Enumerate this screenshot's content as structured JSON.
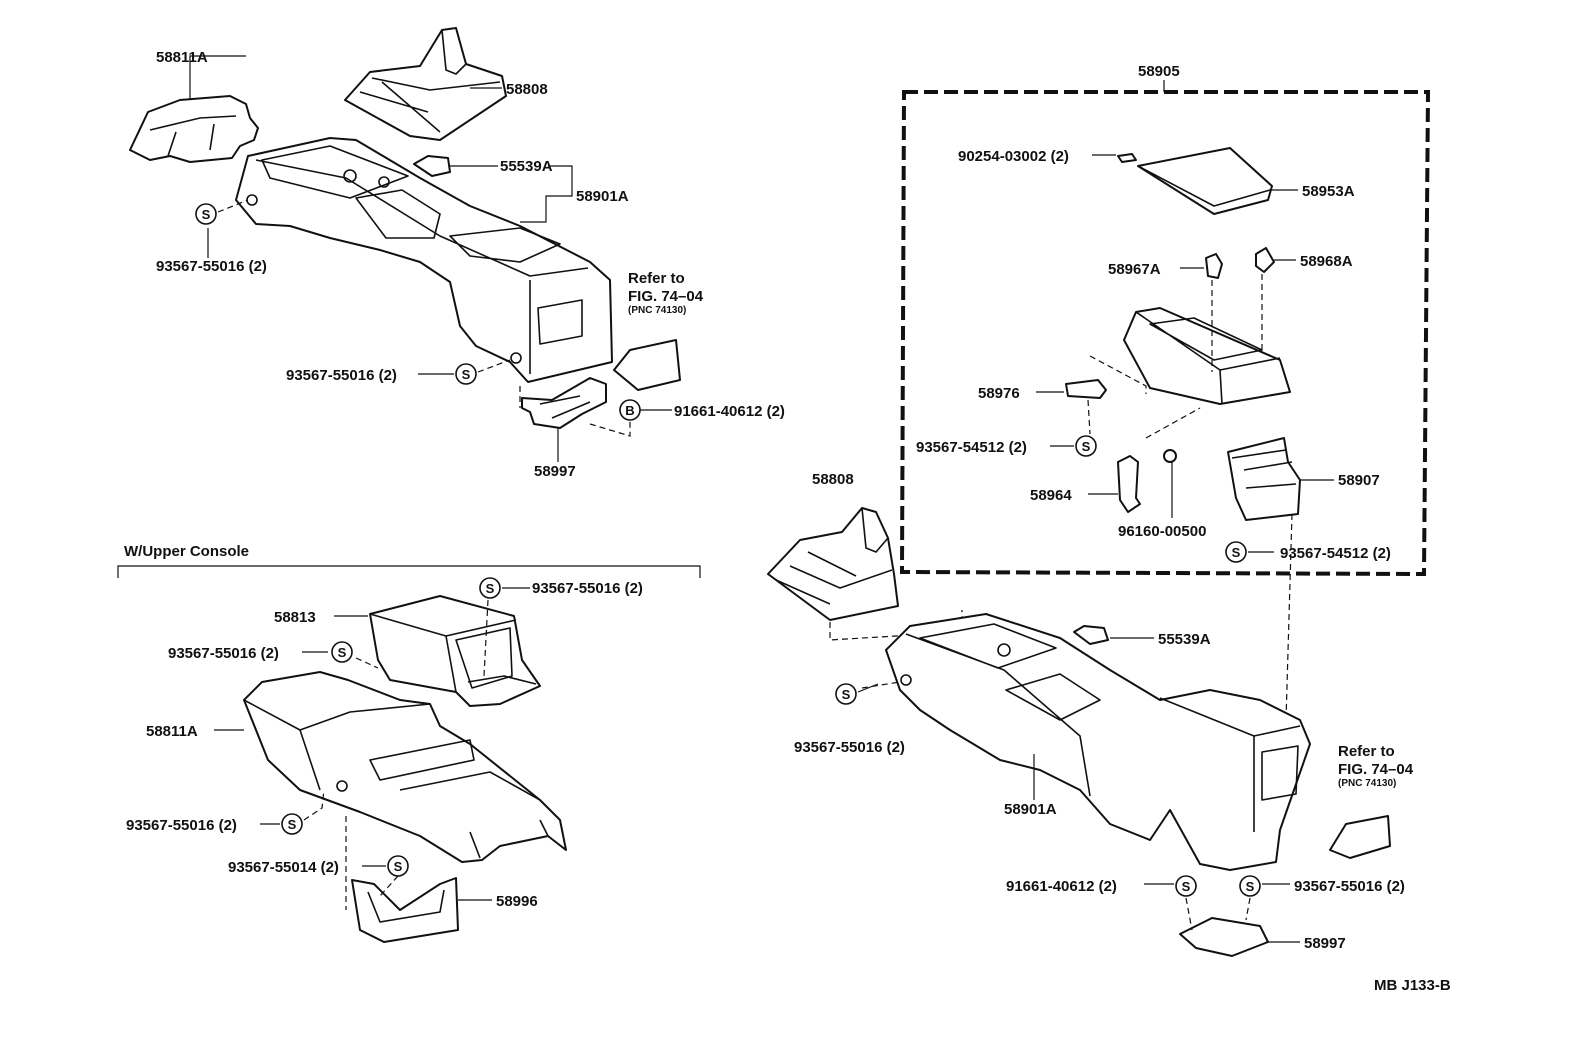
{
  "colors": {
    "ink": "#111111",
    "paper": "#ffffff"
  },
  "fastener_symbols": {
    "screw": "S",
    "bolt": "B"
  },
  "top_left": {
    "part_58811a": "58811A",
    "part_58808": "58808",
    "part_55539a": "55539A",
    "part_58901a": "58901A",
    "screw_a": "93567-55016 (2)",
    "screw_b": "93567-55016 (2)",
    "bolt": "91661-40612 (2)",
    "part_58997": "58997",
    "refer_line1": "Refer to",
    "refer_line2": "FIG. 74–04",
    "refer_line3": "(PNC 74130)"
  },
  "upper_console": {
    "title": "W/Upper Console",
    "screw_top": "93567-55016 (2)",
    "part_58813": "58813",
    "screw_mid": "93567-55016 (2)",
    "part_58811a": "58811A",
    "screw_low": "93567-55016 (2)",
    "screw_55014": "93567-55014 (2)",
    "part_58996": "58996"
  },
  "right_assembly": {
    "part_58905": "58905",
    "part_90254": "90254-03002 (2)",
    "part_58953a": "58953A",
    "part_58967a": "58967A",
    "part_58968a": "58968A",
    "part_58976": "58976",
    "screw_54512_a": "93567-54512 (2)",
    "part_58907": "58907",
    "part_58964": "58964",
    "part_96160": "96160-00500",
    "screw_54512_b": "93567-54512 (2)",
    "part_58808": "58808",
    "part_55539a": "55539A",
    "screw_55016": "93567-55016 (2)",
    "part_58901a": "58901A",
    "refer_line1": "Refer to",
    "refer_line2": "FIG. 74–04",
    "refer_line3": "(PNC 74130)",
    "bolt_91661": "91661-40612 (2)",
    "screw_55016_b": "93567-55016 (2)",
    "part_58997": "58997"
  },
  "footer": {
    "code": "MB J133-B"
  }
}
